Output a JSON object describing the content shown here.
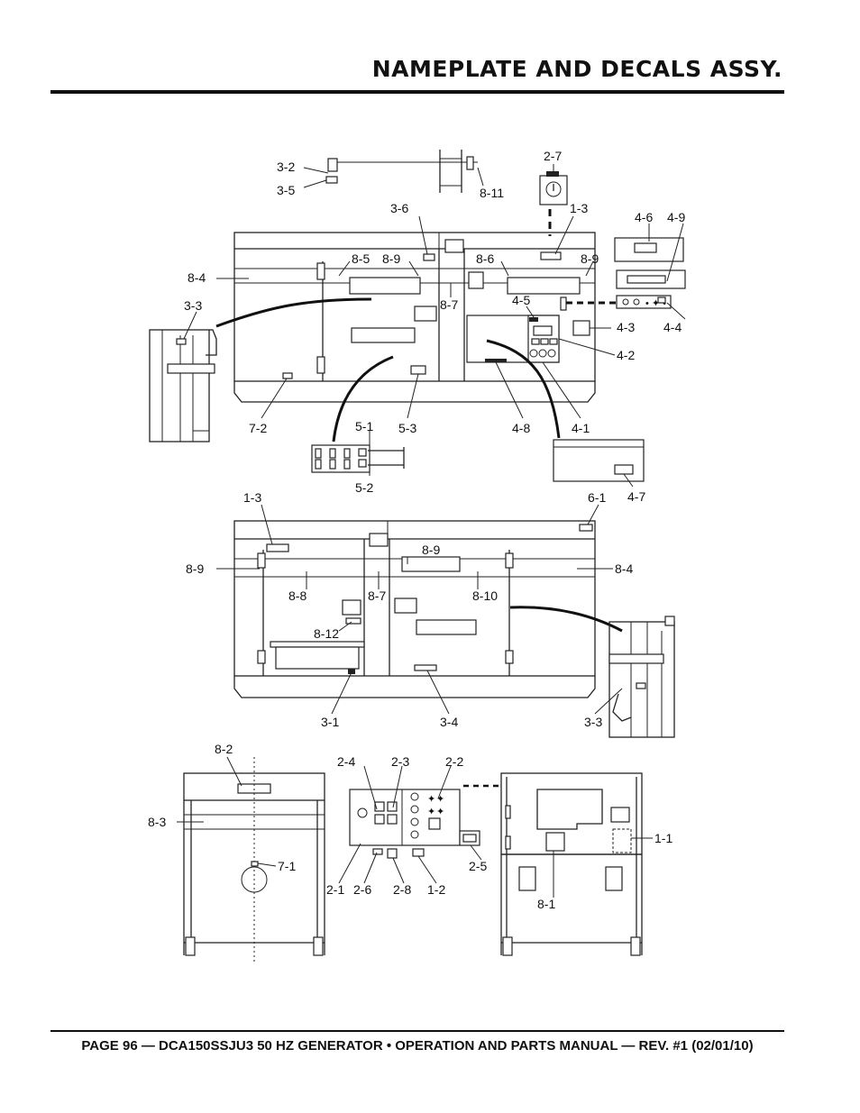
{
  "header": {
    "title": "NAMEPLATE AND DECALS ASSY."
  },
  "footer": {
    "text": "PAGE 96 — DCA150SSJU3 50 HZ GENERATOR • OPERATION AND PARTS MANUAL — REV. #1 (02/01/10)"
  },
  "callouts": {
    "c_3_2": "3-2",
    "c_3_5": "3-5",
    "c_8_11": "8-11",
    "c_2_7": "2-7",
    "c_3_6": "3-6",
    "c_1_3a": "1-3",
    "c_4_6": "4-6",
    "c_4_9": "4-9",
    "c_8_4a": "8-4",
    "c_8_5": "8-5",
    "c_8_9a": "8-9",
    "c_8_6": "8-6",
    "c_8_9b": "8-9",
    "c_8_7a": "8-7",
    "c_3_3a": "3-3",
    "c_4_5": "4-5",
    "c_4_4": "4-4",
    "c_4_3": "4-3",
    "c_4_2": "4-2",
    "c_7_2": "7-2",
    "c_5_3": "5-3",
    "c_4_8": "4-8",
    "c_4_1": "4-1",
    "c_5_1": "5-1",
    "c_5_2": "5-2",
    "c_4_7": "4-7",
    "c_1_3b": "1-3",
    "c_6_1": "6-1",
    "c_8_9c": "8-9",
    "c_8_9d": "8-9",
    "c_8_4b": "8-4",
    "c_8_8": "8-8",
    "c_8_7b": "8-7",
    "c_8_10": "8-10",
    "c_8_12": "8-12",
    "c_3_1": "3-1",
    "c_3_4": "3-4",
    "c_3_3b": "3-3",
    "c_8_2": "8-2",
    "c_2_4": "2-4",
    "c_2_3": "2-3",
    "c_2_2": "2-2",
    "c_8_3": "8-3",
    "c_7_1": "7-1",
    "c_1_1": "1-1",
    "c_2_5": "2-5",
    "c_2_1": "2-1",
    "c_2_6": "2-6",
    "c_2_8": "2-8",
    "c_1_2": "1-2",
    "c_8_1": "8-1"
  }
}
